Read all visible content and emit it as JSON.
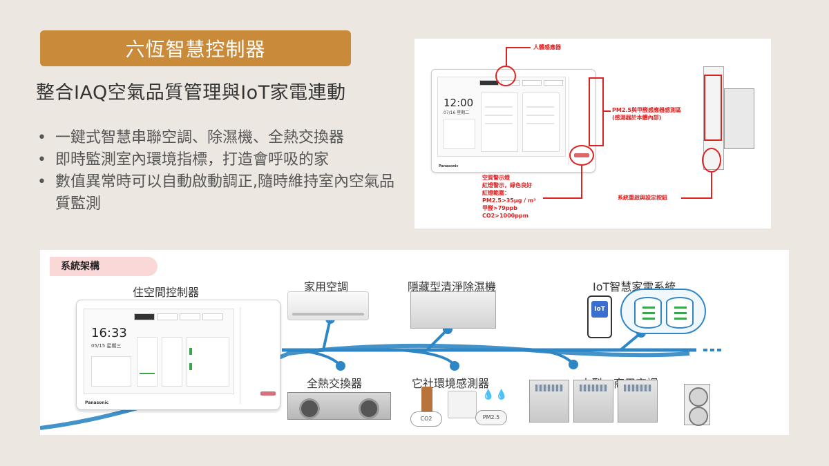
{
  "header": {
    "title": "六恆智慧控制器",
    "subtitle": "整合IAQ空氣品質管理與IoT家電連動"
  },
  "bullets": [
    "一鍵式智慧串聯空調、除濕機、全熱交換器",
    "即時監測室內環境指標，打造會呼吸的家",
    "數值異常時可以自動啟動調正,隨時維持室內空氣品質監測"
  ],
  "device_detail": {
    "clock": "12:00",
    "date": "07/16 星期二",
    "brand": "Panasonic",
    "annotations": {
      "human_sensor": "人體感應器",
      "pm_sensor": "PM2.5與甲醛感應器感測區\n(感測器於本體內部)",
      "air_warning": "空質警示燈\n紅燈警示，綠色良好\n紅燈範圍：\nPM2.5>35μg / m³\n甲醛>79ppb\nCO2>1000ppm",
      "reset_button": "系統重啟與設定按鈕"
    }
  },
  "system": {
    "label": "系統架構",
    "controller_caption": "住空間控制器",
    "clock": "16:33",
    "date": "05/15 星期三",
    "brand": "Panasonic",
    "nodes": {
      "ac": "家用空調",
      "dehumidifier": "隱藏型清淨除濕機",
      "iot": "IoT智慧家電系統",
      "erv": "全熱交換器",
      "sensor": "它社環境感測器",
      "commercial_ac": "大型、商用空調"
    },
    "phone_label": "IoT",
    "co2_label": "CO2",
    "pm_label": "PM2.5"
  },
  "colors": {
    "title_bg": "#c98a3a",
    "bus": "#2f86c4",
    "alert": "#d22222"
  }
}
